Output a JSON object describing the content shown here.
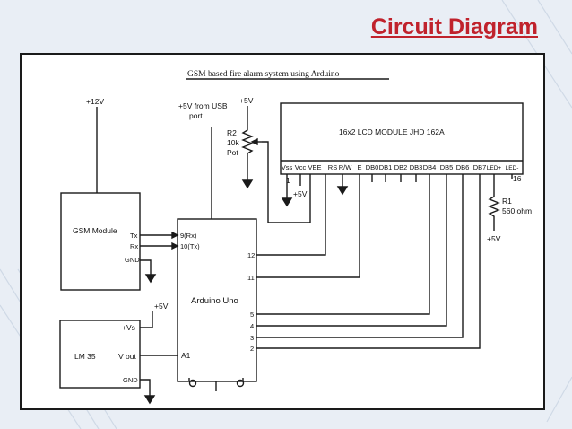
{
  "slide": {
    "title": "Circuit Diagram"
  },
  "diagram": {
    "heading": "GSM based fire alarm system using Arduino",
    "supply": {
      "gsm_supply": "+12V",
      "usb_supply_line1": "+5V from USB",
      "usb_supply_line2": "port",
      "pot_supply": "+5V",
      "vcc_supply": "+5V",
      "lm35_supply": "+5V",
      "led_supply": "+5V"
    },
    "pot": {
      "ref": "R2",
      "value": "10k",
      "type": "Pot"
    },
    "resistor": {
      "ref": "R1",
      "value": "560 ohm"
    },
    "lcd": {
      "title": "16x2 LCD MODULE JHD 162A",
      "pins": [
        "Vss",
        "Vcc",
        "VEE",
        "RS",
        "R/W",
        "E",
        "DB0",
        "DB1",
        "DB2",
        "DB3",
        "DB4",
        "DB5",
        "DB6",
        "DB7",
        "LED+",
        "LED-"
      ],
      "pin_first": "1",
      "pin_last": "16"
    },
    "gsm": {
      "name": "GSM Module",
      "pins": {
        "tx": "Tx",
        "rx": "Rx",
        "gnd": "GND"
      }
    },
    "arduino": {
      "name": "Arduino Uno",
      "pins": {
        "rx": "9(Rx)",
        "tx": "10(Tx)",
        "p12": "12",
        "p11": "11",
        "p5": "5",
        "p4": "4",
        "p3": "3",
        "p2": "2",
        "a1": "A1"
      }
    },
    "lm35": {
      "name": "LM 35",
      "pins": {
        "vs": "+Vs",
        "vout": "V out",
        "gnd": "GND"
      }
    }
  },
  "colors": {
    "title_red": "#c0222c",
    "line": "#1a1a1a",
    "background": "#e9eef5"
  }
}
